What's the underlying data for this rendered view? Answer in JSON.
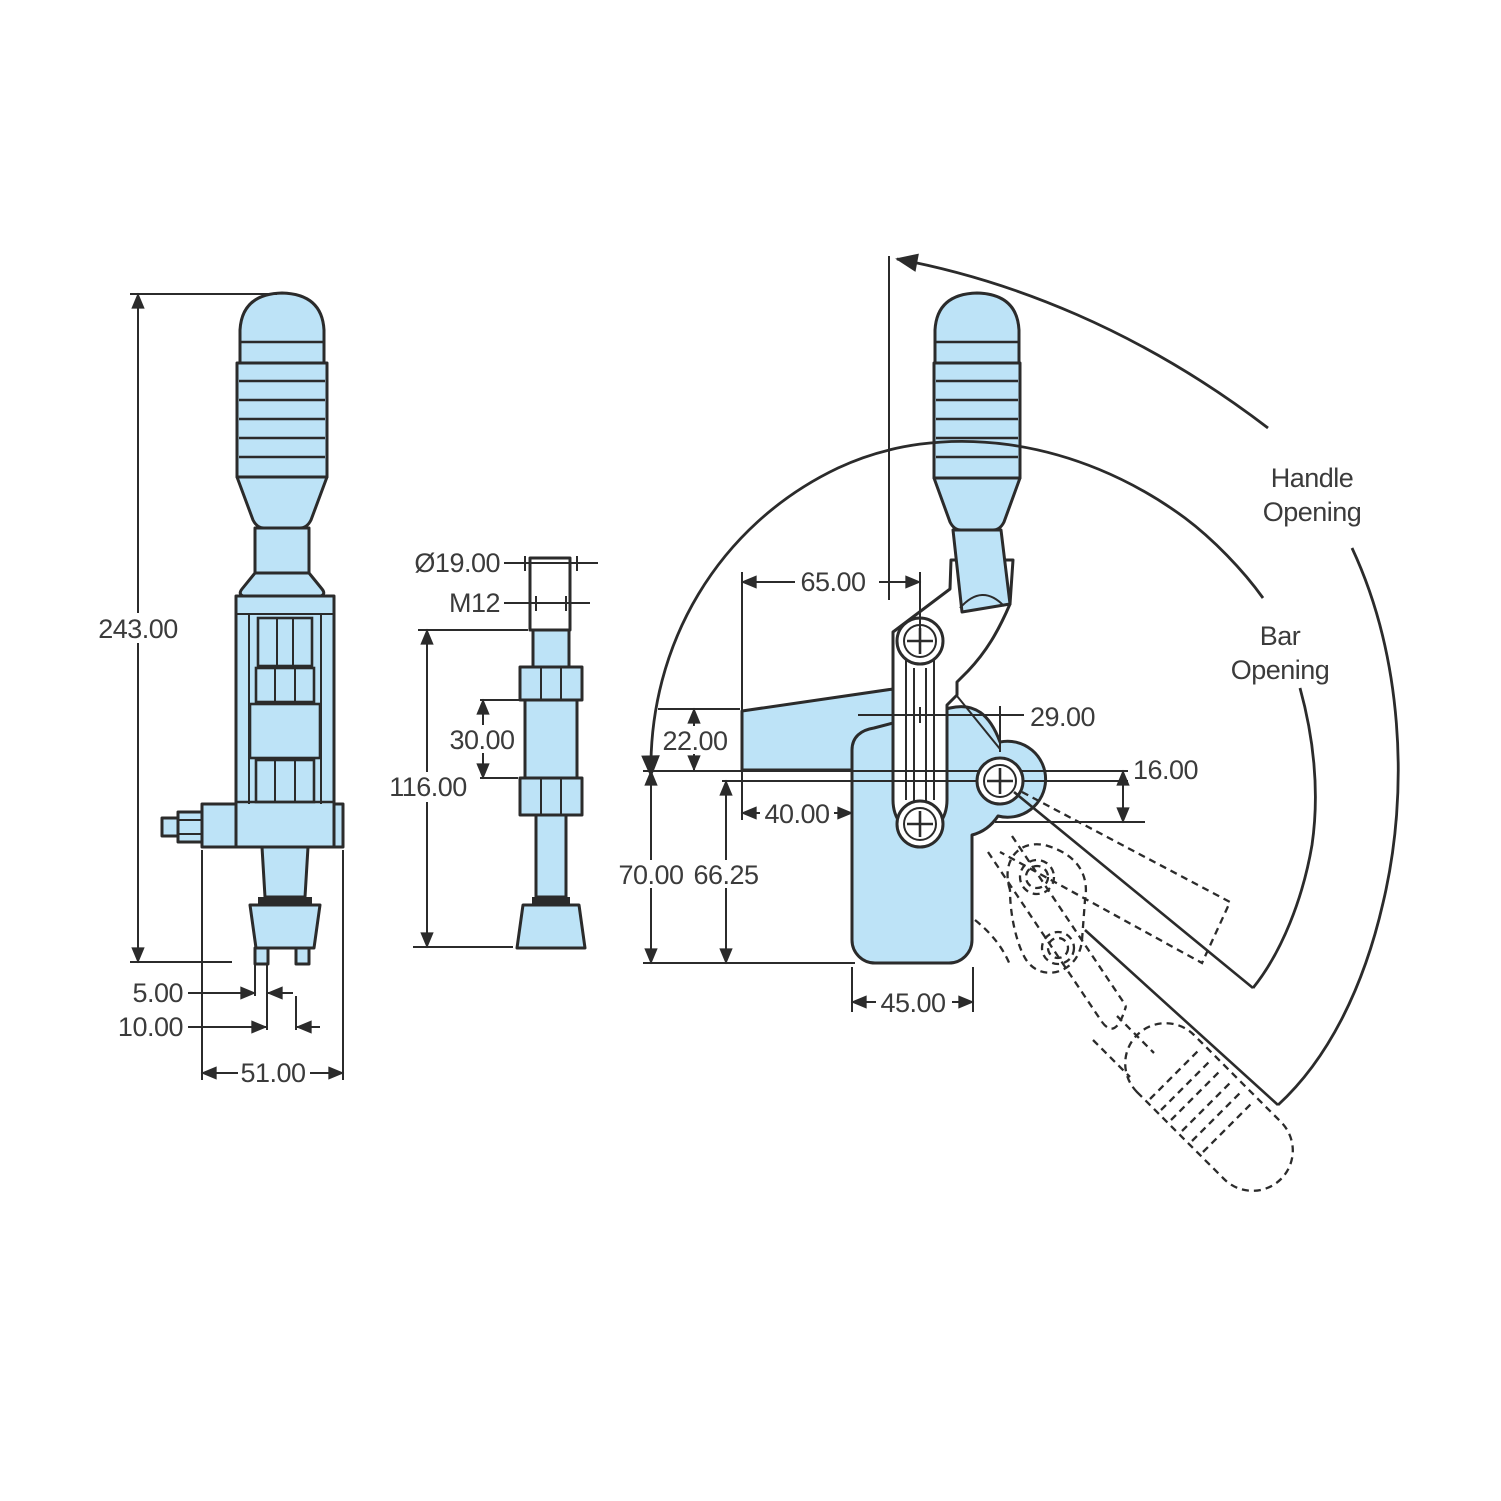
{
  "drawing_type": "toggle-clamp technical drawing",
  "colors": {
    "part_fill": "#BDE3F7",
    "line": "#2B2B2B",
    "text": "#3B3B3B",
    "background": "#FFFFFF"
  },
  "front_view": {
    "overall_height": "243.00",
    "pad_foot_width": "5.00",
    "pad_slot_width": "10.00",
    "flange_width": "51.00"
  },
  "spindle_detail": {
    "pad_diameter": "Ø19.00",
    "thread": "M12",
    "adjust_range": "30.00",
    "spindle_length": "116.00"
  },
  "side_view": {
    "arm_length": "65.00",
    "bar_thickness": "22.00",
    "pivot_offset": "29.00",
    "pivot_drop": "16.00",
    "bar_projection": "40.00",
    "base_height": "70.00",
    "pivot_height": "66.25",
    "base_width": "45.00"
  },
  "annotations": {
    "handle_opening": [
      "Handle",
      "Opening"
    ],
    "bar_opening": [
      "Bar",
      "Opening"
    ]
  }
}
